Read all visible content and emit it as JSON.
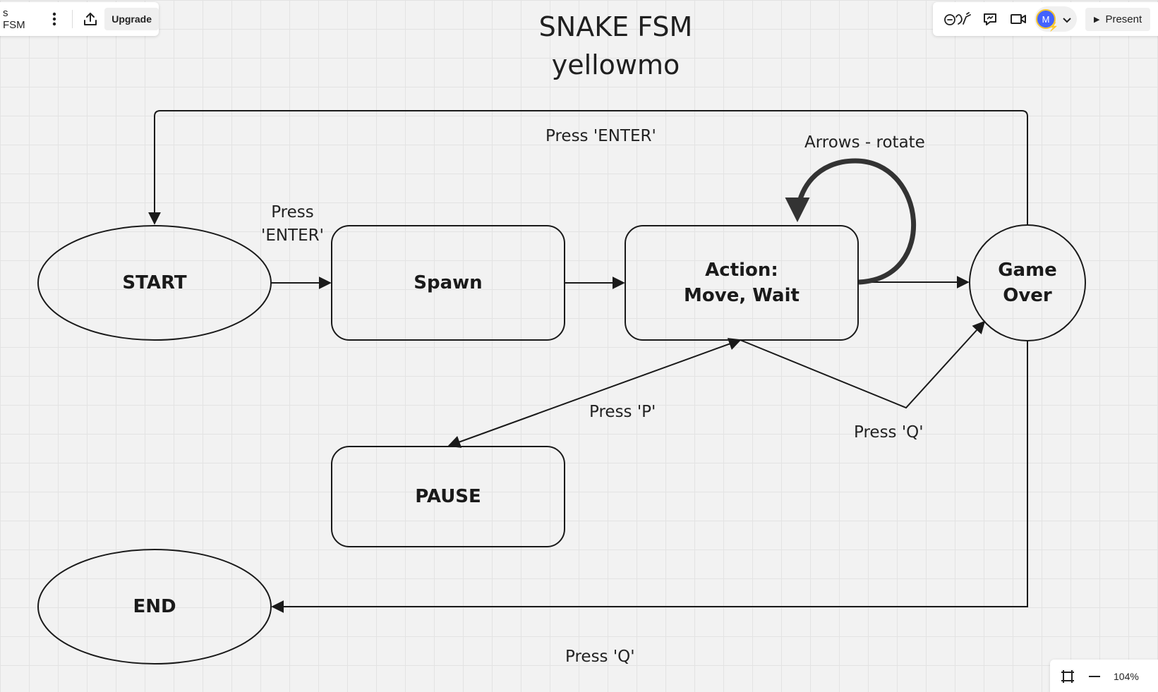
{
  "toolbar_left": {
    "board_name": "s FSM",
    "upgrade_label": "Upgrade"
  },
  "toolbar_right": {
    "avatar_initial": "M",
    "present_label": "Present"
  },
  "zoom": {
    "level": "104%"
  },
  "title": {
    "line1": "SNAKE FSM",
    "line2": "yellowmo"
  },
  "nodes": {
    "start": "START",
    "spawn": "Spawn",
    "action": "Action:\nMove, Wait",
    "game_over": "Game\nOver",
    "pause": "PAUSE",
    "end": "END"
  },
  "edge_labels": {
    "top_enter": "Press 'ENTER'",
    "start_spawn": "Press\n'ENTER'",
    "rotate": "Arrows - rotate",
    "pause": "Press 'P'",
    "quit_game_over": "Press 'Q'",
    "quit_end": "Press 'Q'"
  },
  "colors": {
    "canvas_bg": "#f2f2f2",
    "grid": "#e3e3e3",
    "stroke": "#1a1a1a",
    "avatar_bg": "#4262ff",
    "avatar_ring": "#f4c430"
  },
  "icons": {
    "menu": "more-vertical-icon",
    "share": "share-upload-icon",
    "reactions": "reactions-icon",
    "comments": "comment-icon",
    "video": "video-icon",
    "dropdown": "chevron-down-icon",
    "present": "play-icon",
    "fit": "fit-frame-icon",
    "zoom_out": "minus-icon"
  }
}
